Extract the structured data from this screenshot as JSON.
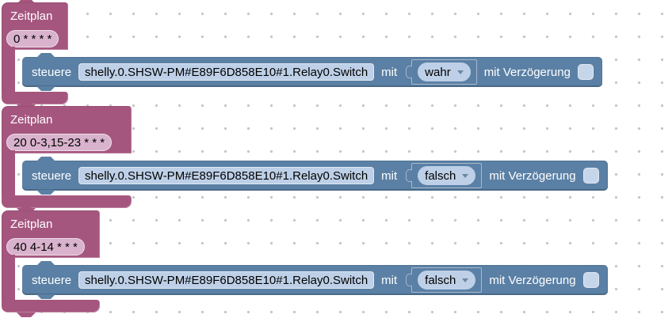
{
  "workspace": {
    "background_color": "#ffffff",
    "grid_dot_color": "#c6c6c6"
  },
  "colors": {
    "schedule_block": "#a5567e",
    "control_block": "#5b80a5",
    "cron_field_bg": "#d9b3cd",
    "light_field_bg": "#bdd0e7",
    "checkbox_bg": "#c6d6ea"
  },
  "blocks": [
    {
      "type": "schedule",
      "label": "Zeitplan",
      "cron": "0 * * * *",
      "child": {
        "type": "control",
        "label": "steuere",
        "object_id": "shelly.0.SHSW-PM#E89F6D858E10#1.Relay0.Switch",
        "with_label": "mit",
        "value": "wahr",
        "delay_label": "mit Verzögerung",
        "delay_checked": false
      }
    },
    {
      "type": "schedule",
      "label": "Zeitplan",
      "cron": "20 0-3,15-23 * * *",
      "child": {
        "type": "control",
        "label": "steuere",
        "object_id": "shelly.0.SHSW-PM#E89F6D858E10#1.Relay0.Switch",
        "with_label": "mit",
        "value": "falsch",
        "delay_label": "mit Verzögerung",
        "delay_checked": false
      }
    },
    {
      "type": "schedule",
      "label": "Zeitplan",
      "cron": "40 4-14 * * *",
      "child": {
        "type": "control",
        "label": "steuere",
        "object_id": "shelly.0.SHSW-PM#E89F6D858E10#1.Relay0.Switch",
        "with_label": "mit",
        "value": "falsch",
        "delay_label": "mit Verzögerung",
        "delay_checked": false
      }
    }
  ]
}
